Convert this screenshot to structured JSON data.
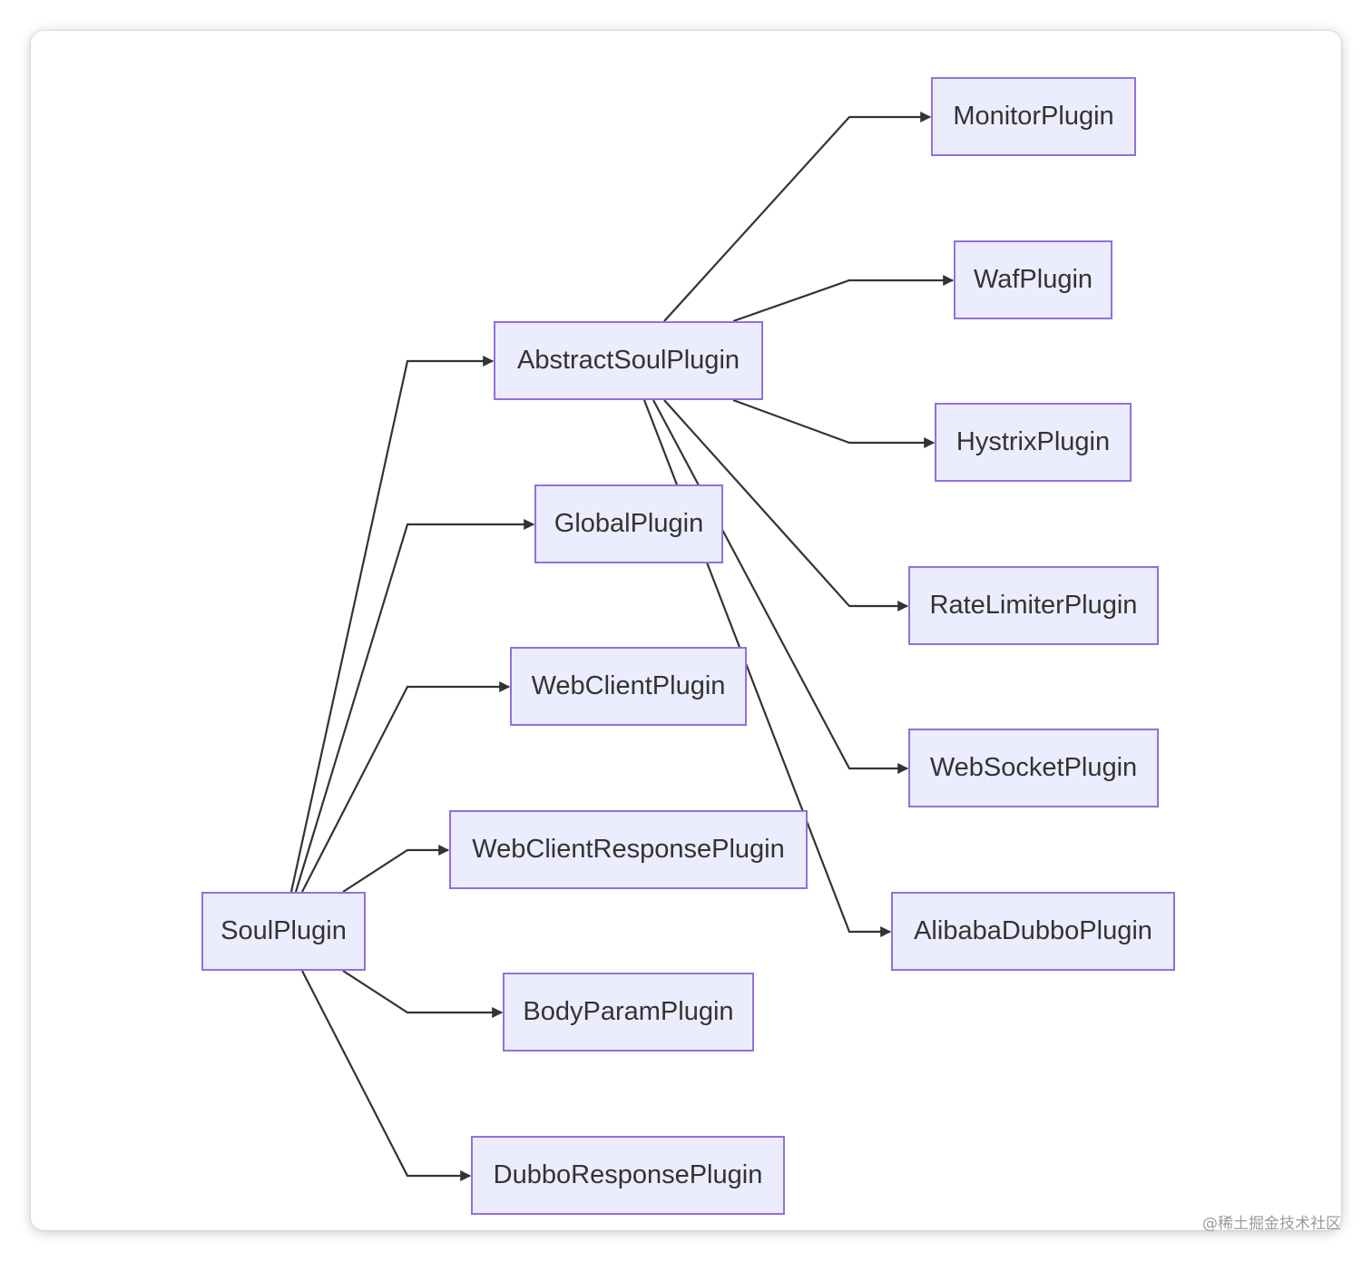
{
  "diagram": {
    "type": "flowchart",
    "direction": "left-to-right",
    "colors": {
      "node_fill": "#ececff",
      "node_border": "#9370db",
      "edge": "#333333",
      "text": "#333333"
    },
    "nodes": {
      "soul": "SoulPlugin",
      "abstract": "AbstractSoulPlugin",
      "global": "GlobalPlugin",
      "webclient": "WebClientPlugin",
      "wcresponse": "WebClientResponsePlugin",
      "bodyparam": "BodyParamPlugin",
      "dubboresp": "DubboResponsePlugin",
      "monitor": "MonitorPlugin",
      "waf": "WafPlugin",
      "hystrix": "HystrixPlugin",
      "ratelimiter": "RateLimiterPlugin",
      "websocket": "WebSocketPlugin",
      "alibaba": "AlibabaDubboPlugin"
    },
    "edges": [
      {
        "from": "soul",
        "to": "abstract"
      },
      {
        "from": "soul",
        "to": "global"
      },
      {
        "from": "soul",
        "to": "webclient"
      },
      {
        "from": "soul",
        "to": "wcresponse"
      },
      {
        "from": "soul",
        "to": "bodyparam"
      },
      {
        "from": "soul",
        "to": "dubboresp"
      },
      {
        "from": "abstract",
        "to": "monitor"
      },
      {
        "from": "abstract",
        "to": "waf"
      },
      {
        "from": "abstract",
        "to": "hystrix"
      },
      {
        "from": "abstract",
        "to": "ratelimiter"
      },
      {
        "from": "abstract",
        "to": "websocket"
      },
      {
        "from": "abstract",
        "to": "alibaba"
      }
    ]
  },
  "watermark": "@稀土掘金技术社区"
}
